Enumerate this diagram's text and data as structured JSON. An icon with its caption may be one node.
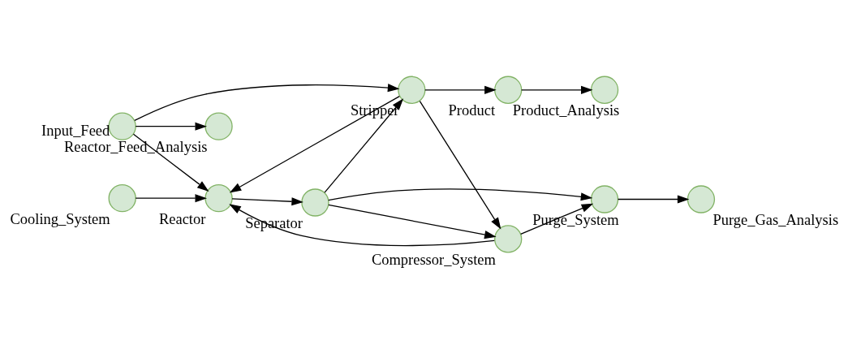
{
  "diagram": {
    "nodes": [
      {
        "text": [
          "Reactor_Feed_Analysis"
        ]
      },
      {
        "text": [
          "Compressor_System"
        ]
      },
      {
        "text": [
          "Cooling_System"
        ]
      },
      {
        "text": [
          "Purge_System"
        ]
      },
      {
        "text": [
          "Purge_Gas_Analysis"
        ]
      },
      {
        "text": [
          "Reactor"
        ]
      },
      {
        "text": [
          "Separator"
        ]
      },
      {
        "text": [
          "Input_Feed"
        ]
      },
      {
        "text": [
          "Stripper"
        ]
      },
      {
        "text": [
          "Product"
        ]
      },
      {
        "text": [
          "Product_Analysis"
        ]
      }
    ],
    "edges": [
      {
        "from": 7,
        "to": 0,
        "arrow": "to"
      },
      {
        "from": 7,
        "to": 5,
        "arrow": "to"
      },
      {
        "from": 7,
        "to": 8,
        "arrow": "to"
      },
      {
        "from": 2,
        "to": 5,
        "arrow": "to"
      },
      {
        "from": 1,
        "to": 5,
        "arrow": "to"
      },
      {
        "from": 1,
        "to": 3,
        "arrow": "to"
      },
      {
        "from": 5,
        "to": 6,
        "arrow": "to"
      },
      {
        "from": 6,
        "to": 1,
        "arrow": "to"
      },
      {
        "from": 6,
        "to": 3,
        "arrow": "to"
      },
      {
        "from": 6,
        "to": 8,
        "arrow": "to"
      },
      {
        "from": 8,
        "to": 5,
        "arrow": "to"
      },
      {
        "from": 8,
        "to": 1,
        "arrow": "to"
      },
      {
        "from": 8,
        "to": 9,
        "arrow": "to"
      },
      {
        "from": 9,
        "to": 10,
        "arrow": "to"
      },
      {
        "from": 3,
        "to": 4,
        "arrow": "to"
      }
    ]
  }
}
